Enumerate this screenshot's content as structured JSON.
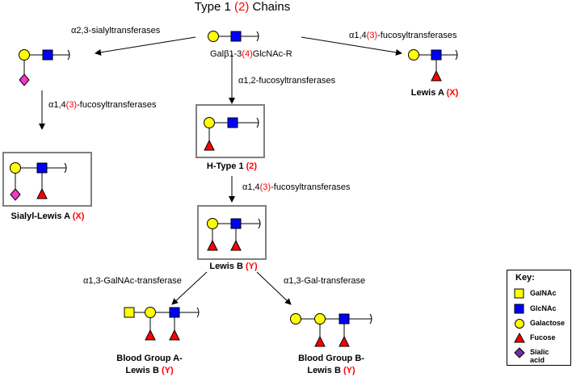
{
  "title": {
    "main": "Type 1 ",
    "paren": "(2)",
    "tail": " Chains"
  },
  "substrate_label": {
    "a": "Galβ1-3",
    "b": "(4)",
    "c": "GlcNAc-R"
  },
  "enzymes": {
    "sialyl": "α2,3-sialyltransferases",
    "fuc14_right": {
      "a": "α1,4",
      "b": "(3)",
      "c": "-fucosyltransferases"
    },
    "fuc12": "α1,2-fucosyltransferases",
    "fuc14_left": {
      "a": "α1,4",
      "b": "(3)",
      "c": "-fucosyltransferases"
    },
    "fuc14_center": {
      "a": "α1,4",
      "b": "(3)",
      "c": "-fucosyltransferases"
    },
    "galnac": "α1,3-GalNAc-transferase",
    "gal": "α1,3-Gal-transferase"
  },
  "structures": {
    "lewis_a": {
      "name": "Lewis A ",
      "suffix": "(X)"
    },
    "h_type1": {
      "name": "H-Type 1 ",
      "suffix": "(2)"
    },
    "sialyl_lewis_a": {
      "name": "Sialyl-Lewis A ",
      "suffix": "(X)"
    },
    "lewis_b": {
      "name": "Lewis B ",
      "suffix": "(Y)"
    },
    "blood_a": {
      "line1": "Blood Group A-",
      "line2": "Lewis B ",
      "suffix": "(Y)"
    },
    "blood_b": {
      "line1": "Blood Group B-",
      "line2": "Lewis B ",
      "suffix": "(Y)"
    }
  },
  "key": {
    "title": "Key:",
    "items": [
      {
        "label": "GalNAc",
        "icon": "yellow-square-icon",
        "color": "#ffff00"
      },
      {
        "label": "GlcNAc",
        "icon": "blue-square-icon",
        "color": "#0000ff"
      },
      {
        "label": "Galactose",
        "icon": "yellow-circle-icon",
        "color": "#ffff00"
      },
      {
        "label": "Fucose",
        "icon": "red-triangle-icon",
        "color": "#ff0000"
      },
      {
        "label": "Sialic acid",
        "icon": "purple-diamond-icon",
        "color": "#7030a0"
      }
    ]
  },
  "colors": {
    "galactose": "#ffff00",
    "glcnac": "#0000ff",
    "fucose": "#ff0000",
    "sialic": "#ff33cc",
    "highlight": "#ff0000"
  }
}
